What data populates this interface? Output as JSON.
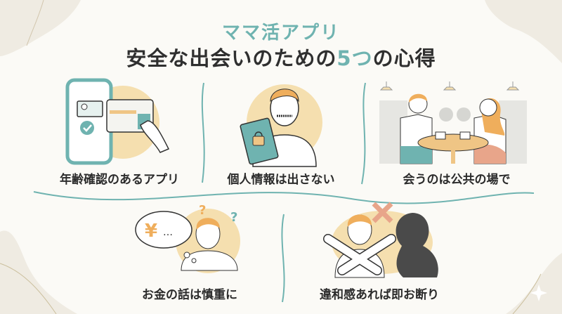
{
  "header": {
    "subtitle": "ママ活アプリ",
    "title_before": "安全な出会いのための",
    "title_highlight": "5つ",
    "title_after": "の心得"
  },
  "tips": [
    {
      "label": "年齢確認のあるアプリ",
      "icon": "id-verification-phone-icon"
    },
    {
      "label": "個人情報は出さない",
      "icon": "zipped-mouth-lock-icon"
    },
    {
      "label": "会うのは公共の場で",
      "icon": "cafe-meeting-icon"
    },
    {
      "label": "お金の話は慎重に",
      "icon": "yen-thinking-icon"
    },
    {
      "label": "違和感あれば即お断り",
      "icon": "cross-arms-refuse-icon"
    }
  ],
  "colors": {
    "accent": "#6fb3b0",
    "text": "#2b2b2b",
    "circle": "#f5dfaf",
    "background": "#fbfaf6",
    "corner": "#efebe2",
    "hair": "#efae5c"
  }
}
